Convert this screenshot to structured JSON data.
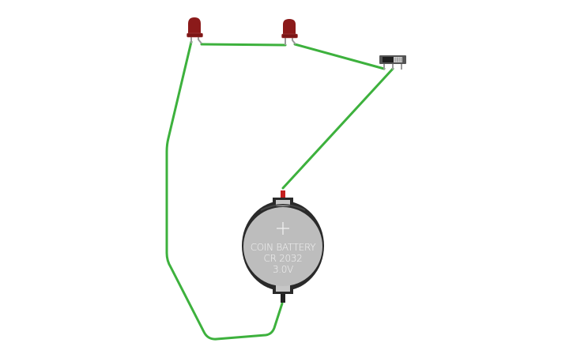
{
  "circuit": {
    "components": [
      {
        "id": "led-1",
        "type": "LED",
        "color": "#8b1a1a"
      },
      {
        "id": "led-2",
        "type": "LED",
        "color": "#8b1a1a"
      },
      {
        "id": "slide-switch",
        "type": "Slide Switch"
      },
      {
        "id": "coin-battery",
        "type": "Coin Cell Battery"
      }
    ],
    "battery": {
      "plus_symbol": "+",
      "line1": "COIN BATTERY",
      "line2": "CR 2032",
      "line3": "3.0V"
    },
    "wire_color": "#3db13d",
    "led_color": "#8b1a1a",
    "battery_body_color": "#bdbdbd",
    "battery_holder_color": "#2a2a2a"
  }
}
